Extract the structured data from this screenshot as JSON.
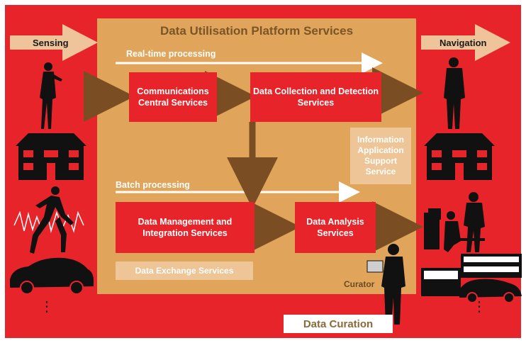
{
  "title": "Data Utilisation Platform Services",
  "inputs_label": "Sensing",
  "outputs_label": "Navigation",
  "realtime_label": "Real-time processing",
  "batch_label": "Batch processing",
  "boxes": {
    "communications": "Communications Central Services",
    "collection": "Data Collection and Detection Services",
    "info_support": "Information Application Support Service",
    "management": "Data Management and Integration Services",
    "analysis": "Data Analysis Services",
    "exchange": "Data Exchange Services"
  },
  "curator_label": "Curator",
  "curation_label": "Data Curation",
  "ellipsis": "⋮",
  "colors": {
    "background_red": "#e8242b",
    "platform_tan": "#e0a55a",
    "flow_arrow_brown": "#7a4e22",
    "light_box": "#edc596"
  },
  "icons": [
    "woman-phone-icon",
    "house-icon",
    "runner-heartbeat-icon",
    "car-icon",
    "businessman-phone-icon",
    "office-workers-icon",
    "bus-vehicles-icon",
    "curator-laptop-icon"
  ]
}
